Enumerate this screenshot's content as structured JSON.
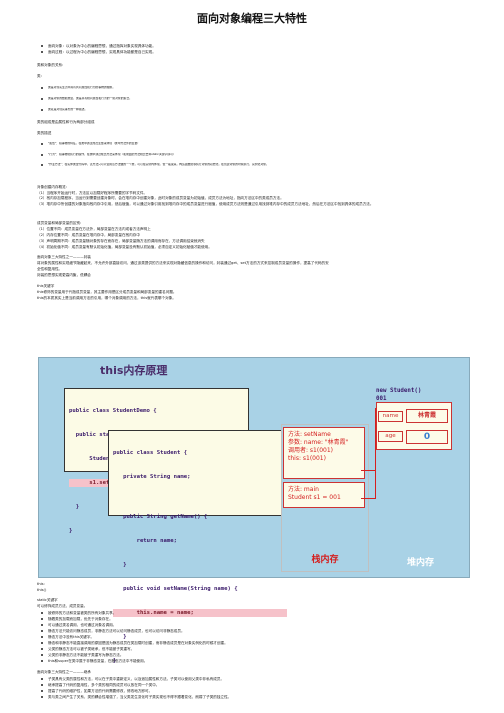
{
  "page_title": "面向对象编程三大特性",
  "intro": [
    "面向对象：以对象为中心的编程思想，通过指挥对象实现具体功能。",
    "面向过程：以过程为中心的编程思想，实现具体功能都是自己实现。"
  ],
  "class_object_heading": "类和对象的关系:",
  "class_label": "类：",
  "class_items": [
    "类是对现实生活中具有共同属性和行为的事物的抽象。",
    "类是对象的数据类型，类是具有相同属性和行为的一组对象的集合。",
    "类就是对现实事务的一种描述。"
  ],
  "class_components_heading": "类的组成是由属性和行为两部分组成",
  "class_desc_heading": "类的描述",
  "class_desc_items": [
    "\"属性\"：指事物的特征，在类中通过成员变量来体现（类中方法外的变量）",
    "\"行为\"：指事物能执行的操作，在类中通过成员方法来体现（和前面的方法相比去掉static关键字即可）",
    "\"作业方法\"：在实体类里代码中，该方法只可以使用该方法做的一个类，可以在实例内体现。但一般说来，构造函数能够执行对象的初始化，在创建对象的时候执行，实例化对象。"
  ],
  "memory_heading": "对象创建内存概览:",
  "memory_lines": [
    "（1）当程序开始运行时，方法区以加载好程序所需要的字节码文件。",
    "（2）栈内存加载程序，当运行到需要创建对象时，会在堆内存中创建对象，此时对象的成员变量为初始值，成员方法为地址，指向方法区中的类成员方法。",
    "（3）堆内存中所创建的对象指向栈内存中引用，然后赋值，可以通过对象引用找到堆内存中的成员变量进行赋值，使用成员方法则是通过引用找到堆内存中的成员方法地址，然后在方法区中找到具体的成员方法。"
  ],
  "vars_heading": "成员变量和局部变量的区别:",
  "vars_lines": [
    "（1）位置不同：成员变量在方法外，局部变量在方法内或者方法声明上",
    "（2）内存位置不同：成员变量在堆内存中，局部变量在栈内存中",
    "（3）声明周期不同：成员变量随对象的存在而存在，局部变量随方法的调用而存在，方法调用结束就消失",
    "（4）初始化值不同：成员变量有默认初始化值，局部变量没有默认初始值，必须自定义初始化赋值才能使用。"
  ],
  "encap_heading": "面向对象三大特性之一———封装",
  "encap_lines": [
    "将对象的属性和实现细节隐藏起来，不允许外部直接访问，通过该类提供的方法来实现对隐藏信息的操作和访问，封装通过get、set方法的方式来控制成员变量的操作，提高了代码的安",
    "全性和复用性。",
    "封装的思想实现更高内聚，低耦合"
  ],
  "this_heading": "this关键字",
  "this_lines": [
    "this修饰的变量用于代指成员变量，其主要作用是区分成员变量和局部变量的重名问题。",
    "this的本质其实上是当前调用方法的引用，哪个对象调用的方法，this就代表哪个对象。"
  ],
  "diagram": {
    "title": "this内存原理",
    "code1": [
      {
        "text": "public class StudentDemo {",
        "hl": false
      },
      {
        "text": "  public static void main(String[] args) {",
        "hl": false
      },
      {
        "text": "      Student s1 = new Student();",
        "hl": false
      },
      {
        "text": "      s1.setName(\"林青霞\");",
        "hl": true
      },
      {
        "text": "  }",
        "hl": false
      },
      {
        "text": "}",
        "hl": false
      }
    ],
    "code2": [
      {
        "text": "public class Student {",
        "hl": false
      },
      {
        "text": "   private String name;",
        "hl": false
      },
      {
        "text": "",
        "hl": false
      },
      {
        "text": "   public String getName() {",
        "hl": false
      },
      {
        "text": "       return name;",
        "hl": false
      },
      {
        "text": "   }",
        "hl": false
      },
      {
        "text": "   public void setName(String name) {",
        "hl": false
      },
      {
        "text": "       this.name = name;",
        "hl": true
      },
      {
        "text": "   }",
        "hl": false
      },
      {
        "text": "}",
        "hl": false
      }
    ],
    "frame1": {
      "method": "方法: setName",
      "param": "参数: name: \"林青霞\"",
      "caller": "调用者: s1(001)",
      "this": "this: s1(001)"
    },
    "frame2": {
      "method": "方法: main",
      "var": "Student s1 = 001"
    },
    "stack_label": "栈内存",
    "heap_label": "堆内存",
    "object_new": "new Student()",
    "object_addr": "001",
    "field_name_label": "name",
    "field_name_value": "林青霞",
    "field_age_label": "age",
    "field_age_value": "0"
  },
  "after_diag": [
    "this:",
    "this()"
  ],
  "static_heading": "static关键字",
  "static_sub": "可以修饰成员方法、成员变量。",
  "static_items": [
    "被修饰的方法和变量被类的所有对象共享。",
    "随着类的加载而加载，优先于对象存在。",
    "可以通过类名调用，也可通过对象名调用。",
    "静态方法只能访问静态成员，非静态方法可以访问静态成员，也可以访问非静态成员。",
    "静态方法中没有this关键字。",
    "静态和非静态不能直接调用的原因是因为静态成员在类加载时创建，而非静态成员是在对象实例化的时候才创建。",
    "父类的静态方法可以被子类继承，但不能被子类重写。",
    "父类的非静态方法不能被子类重写为静态方法。",
    "this和super在类中属于非静态变量，在静态方法中不能使用。"
  ],
  "inherit_heading": "面向对象三大特性之一———继承",
  "inherit_items": [
    "子类具有父类的属性和方法，可以在子类中重新定义，以及追加属性和方法。子类可以使用父类中非私有成员。",
    "继承提高了代码的复用性，多个类的相同的成员可以放在同一个类中。",
    "提高了代码的维护性，如果方法的代码需要修改，修改地方即可。",
    "类与类之间产生了关系，类的耦合性增强了，当父类发生变化时子类实现也不得不跟着变化，削弱了子类的独立性。"
  ]
}
